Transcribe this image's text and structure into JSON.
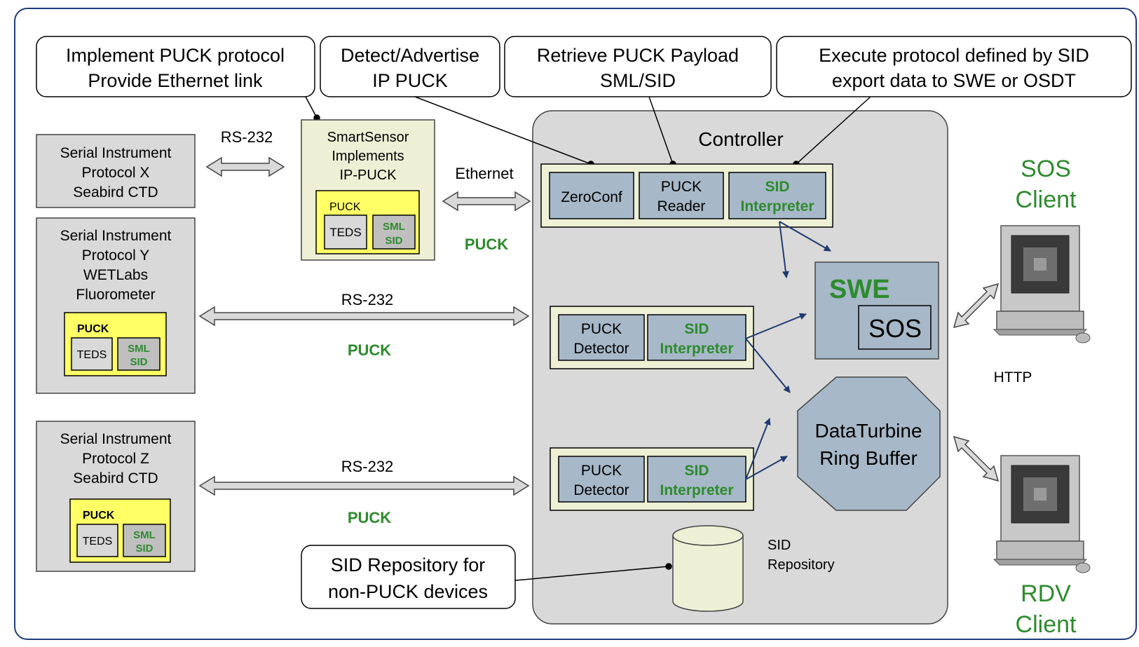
{
  "callouts": {
    "puck_protocol": [
      "Implement PUCK protocol",
      "Provide Ethernet link"
    ],
    "detect_advertise": [
      "Detect/Advertise",
      "IP PUCK"
    ],
    "retrieve_payload": [
      "Retrieve PUCK Payload",
      "SML/SID"
    ],
    "execute_protocol": [
      "Execute protocol defined by SID",
      "export data to SWE or OSDT"
    ],
    "sid_repo_note": [
      "SID Repository for",
      "non-PUCK devices"
    ]
  },
  "instruments": {
    "x": [
      "Serial Instrument",
      "Protocol X",
      "Seabird CTD"
    ],
    "y": [
      "Serial Instrument",
      "Protocol Y",
      "WETLabs",
      "Fluorometer"
    ],
    "z": [
      "Serial Instrument",
      "Protocol Z",
      "Seabird CTD"
    ]
  },
  "puck_block": {
    "title": "PUCK",
    "teds": "TEDS",
    "sml": "SML",
    "sid": "SID"
  },
  "smartsensor": [
    "SmartSensor",
    "Implements",
    "IP-PUCK"
  ],
  "links": {
    "rs232": "RS-232",
    "ethernet": "Ethernet",
    "puck": "PUCK",
    "http": "HTTP"
  },
  "controller": {
    "title": "Controller",
    "zeroconf": "ZeroConf",
    "puck_reader": [
      "PUCK",
      "Reader"
    ],
    "sid_interpreter": [
      "SID",
      "Interpreter"
    ],
    "puck_detector": [
      "PUCK",
      "Detector"
    ],
    "swe": "SWE",
    "sos": "SOS",
    "dataturbine": [
      "DataTurbine",
      "Ring Buffer"
    ],
    "sid_repository": [
      "SID",
      "Repository"
    ]
  },
  "clients": {
    "sos": [
      "SOS",
      "Client"
    ],
    "rdv": [
      "RDV",
      "Client"
    ]
  },
  "colors": {
    "accent_green": "#2e8b2e",
    "frame_blue": "#1f3d7a",
    "box_gray": "#d9d9d9",
    "module_blue": "#a7b8c8",
    "puck_yellow": "#ffff66",
    "arrow_navy": "#1f3a6e"
  }
}
